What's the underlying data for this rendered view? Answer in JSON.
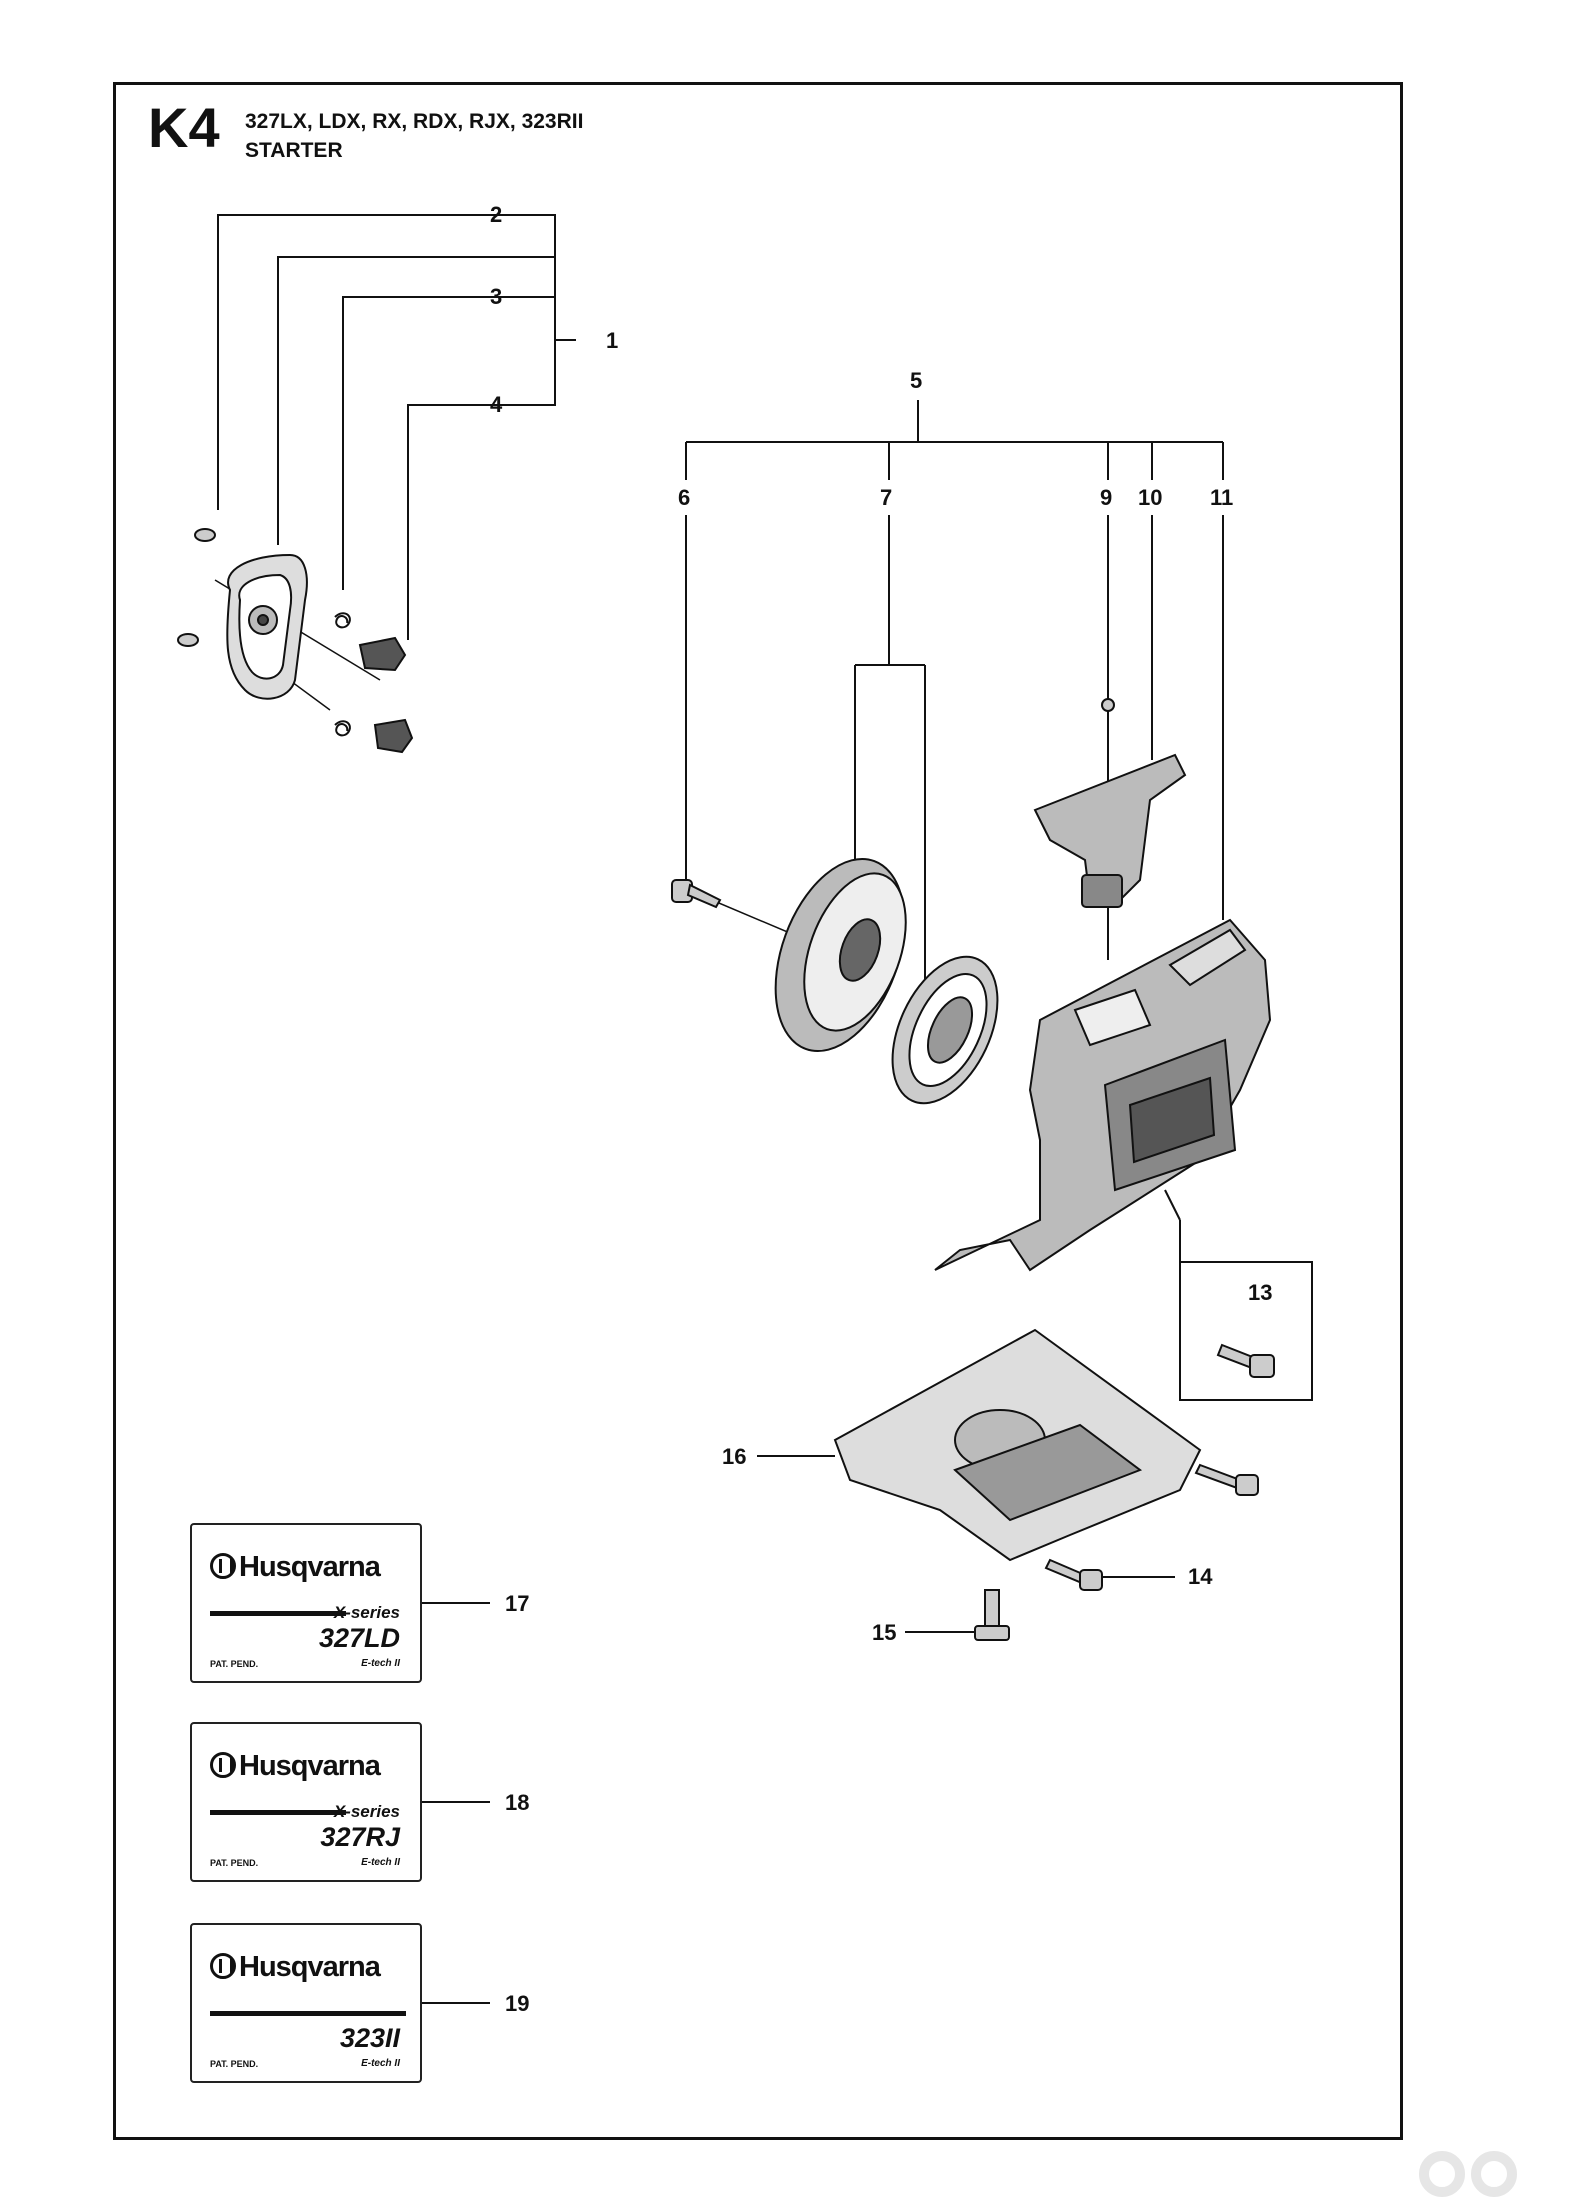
{
  "header": {
    "section_code": "K4",
    "models": "327LX, LDX, RX, RDX, RJX, 323RII",
    "section_name": "STARTER"
  },
  "callouts": [
    "1",
    "2",
    "3",
    "4",
    "5",
    "6",
    "7",
    "9",
    "10",
    "11",
    "13",
    "14",
    "15",
    "16",
    "17",
    "18",
    "19"
  ],
  "decals": [
    {
      "id": "17",
      "brand": "Husqvarna",
      "series": "X-series",
      "model": "327LD",
      "small_left": "PAT. PEND.",
      "small_right": "E-tech II"
    },
    {
      "id": "18",
      "brand": "Husqvarna",
      "series": "X-series",
      "model": "327RJ",
      "small_left": "PAT. PEND.",
      "small_right": "E-tech II"
    },
    {
      "id": "19",
      "brand": "Husqvarna",
      "series": "",
      "model": "323II",
      "small_left": "PAT. PEND.",
      "small_right": "E-tech II"
    }
  ]
}
